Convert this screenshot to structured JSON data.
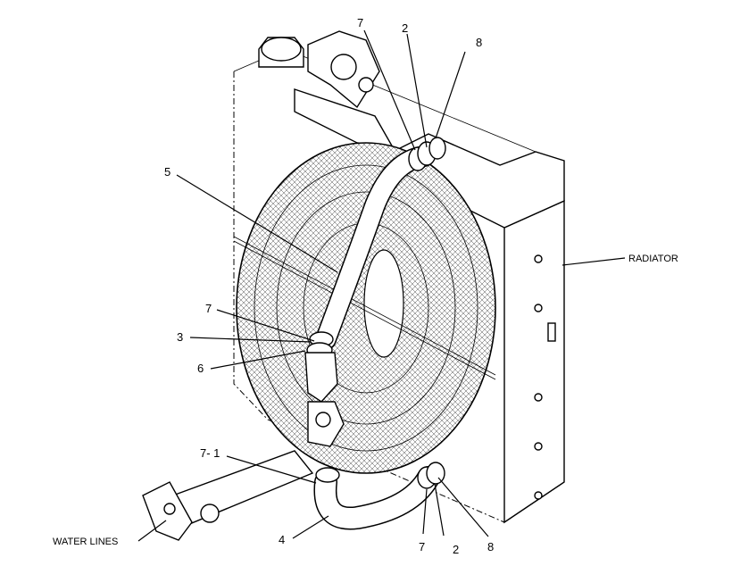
{
  "labels": {
    "radiator": "RADIATOR",
    "water_lines": "WATER LINES",
    "c7_top": "7",
    "c2_top": "2",
    "c8_top": "8",
    "c5": "5",
    "c7_mid": "7",
    "c3": "3",
    "c6": "6",
    "c7_1": "7- 1",
    "c4": "4",
    "c7_bot": "7",
    "c2_bot": "2",
    "c8_bot": "8"
  }
}
